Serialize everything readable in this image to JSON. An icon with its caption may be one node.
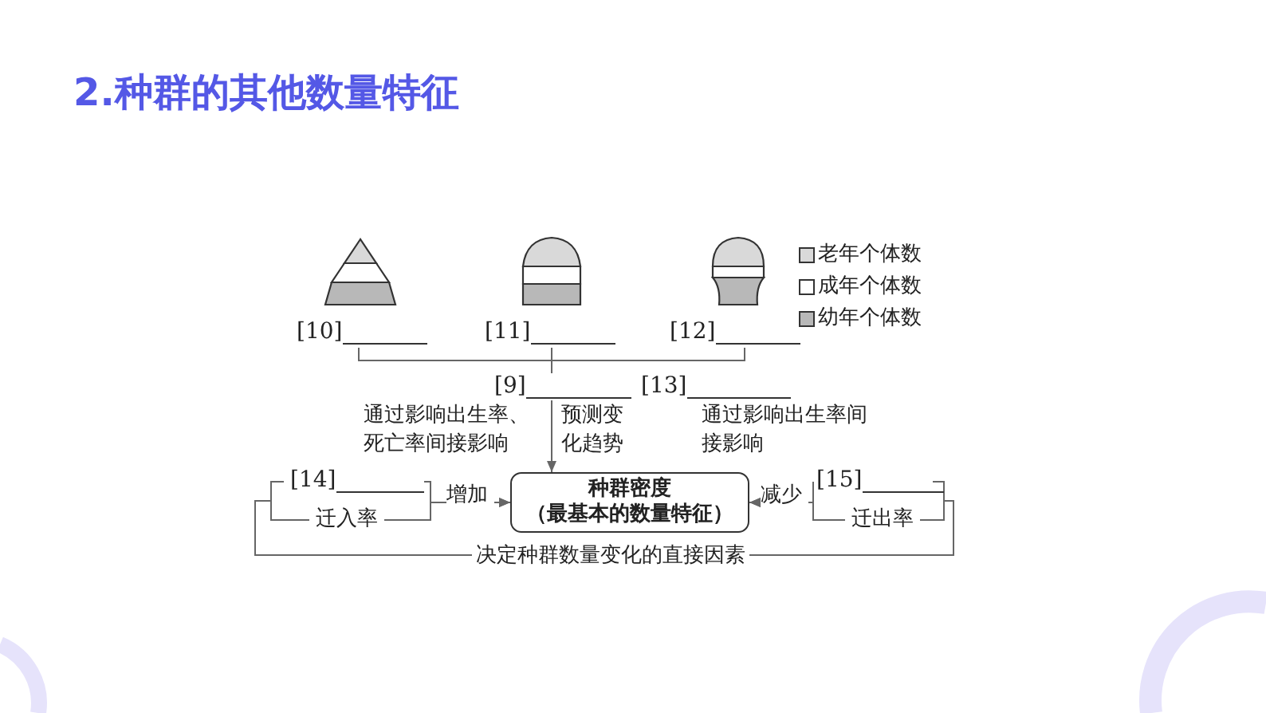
{
  "diagram": {
    "title": "2.种群的其他数量特征",
    "nodes": [
      {
        "text": [
          "[10]"
        ]
      },
      {
        "text": [
          "[11]"
        ]
      },
      {
        "text": [
          "[12]"
        ]
      },
      {
        "text": [
          "[9]"
        ]
      },
      {
        "text": [
          "[13]"
        ]
      },
      {
        "text": [
          "[14]"
        ]
      },
      {
        "text": [
          "迁入率"
        ]
      },
      {
        "text": [
          "种群密度",
          "（最基本的数量特征）"
        ]
      },
      {
        "text": [
          "[15]"
        ]
      },
      {
        "text": [
          "迁出率"
        ]
      }
    ],
    "edges": [
      {
        "from": 0,
        "to": 3,
        "arrow": "none"
      },
      {
        "from": 1,
        "to": 3,
        "arrow": "none"
      },
      {
        "from": 2,
        "to": 3,
        "arrow": "none"
      },
      {
        "from": 3,
        "to": 7,
        "arrow": "to",
        "label": "预测变化趋势"
      },
      {
        "from": 5,
        "to": 7,
        "arrow": "to",
        "label": "增加"
      },
      {
        "from": 6,
        "to": 7,
        "arrow": "to"
      },
      {
        "from": 8,
        "to": 7,
        "arrow": "to",
        "label": "减少"
      },
      {
        "from": 9,
        "to": 7,
        "arrow": "to"
      }
    ],
    "labels": [
      "通过影响出生率、死亡率间接影响",
      "通过影响出生率间接影响",
      "决定种群数量变化的直接因素"
    ],
    "legend": [
      {
        "text": "老年个体数",
        "color": "#d9d9d9"
      },
      {
        "text": "成年个体数",
        "color": "#ffffff"
      },
      {
        "text": "幼年个体数",
        "color": "#b8b8b8"
      }
    ]
  }
}
